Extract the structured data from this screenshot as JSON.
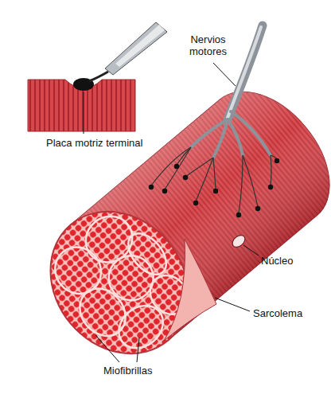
{
  "diagram": {
    "labels": [
      "Nervios motores",
      "Placa motriz terminal",
      "Núcleo",
      "Sarcolema",
      "Miofibrillas"
    ]
  }
}
